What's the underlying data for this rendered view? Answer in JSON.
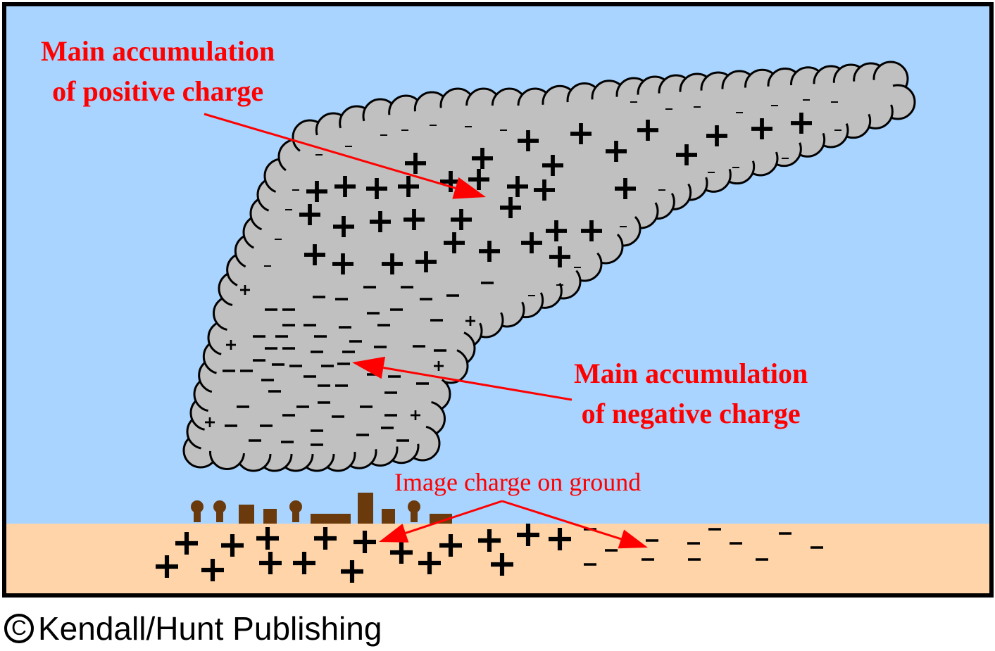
{
  "labels": {
    "positive": [
      "Main accumulation",
      "of positive charge"
    ],
    "negative": [
      "Main accumulation",
      "of negative charge"
    ],
    "image": "Image charge on ground"
  },
  "copyright": {
    "symbol": "C",
    "text": "Kendall/Hunt Publishing"
  },
  "colors": {
    "sky": "#a8d4ff",
    "ground": "#ffd4a8",
    "cloud": "#c0c0c0",
    "arrow": "#ff0000",
    "buildings": "#6b3a0c"
  }
}
